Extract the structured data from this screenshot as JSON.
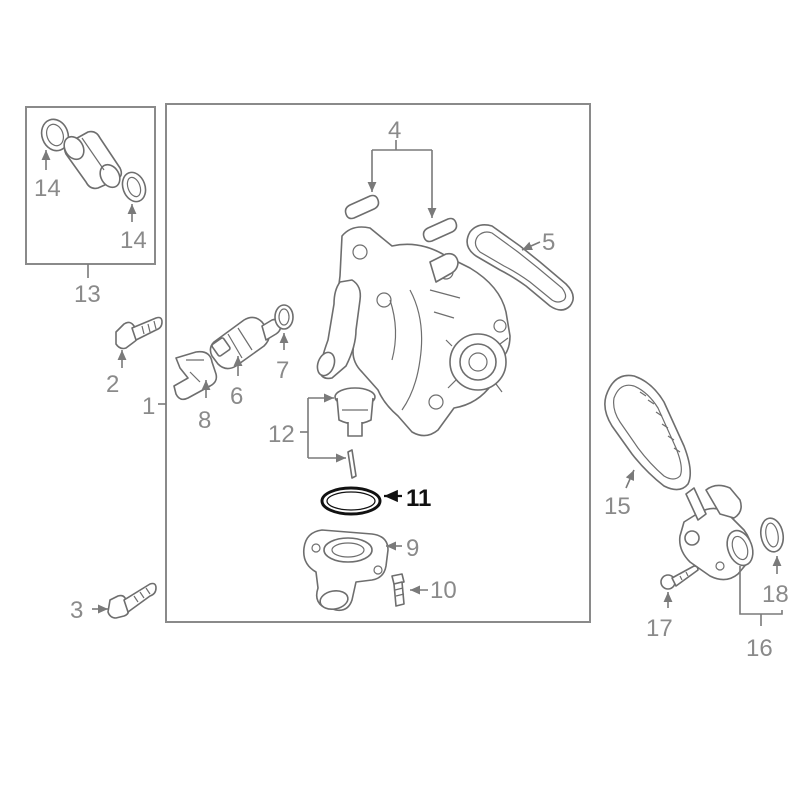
{
  "diagram": {
    "highlight_color": "#111111",
    "line_color": "#7a7a7a",
    "callouts": {
      "c1": "1",
      "c2": "2",
      "c3": "3",
      "c4": "4",
      "c5": "5",
      "c6": "6",
      "c7": "7",
      "c8": "8",
      "c9": "9",
      "c10": "10",
      "c11": "11",
      "c12": "12",
      "c13": "13",
      "c14a": "14",
      "c14b": "14",
      "c15": "15",
      "c16": "16",
      "c17": "17",
      "c18": "18"
    },
    "highlighted_callout": "11"
  }
}
